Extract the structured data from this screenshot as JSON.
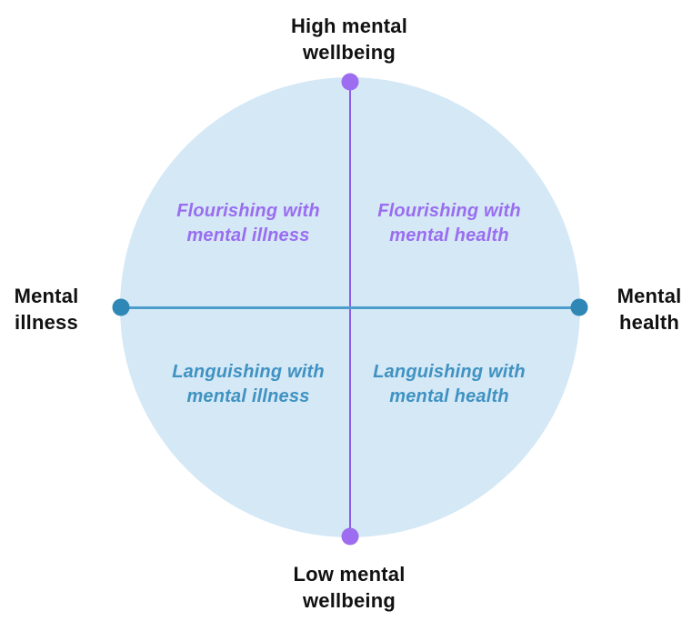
{
  "colors": {
    "circle-fill": "#d4e8f6",
    "purple": "#9a6df0",
    "purple-dot": "#9d6cf0",
    "purple-line": "#8b5ce8",
    "blue": "#3f92c2",
    "blue-dot": "#2e87b5",
    "blue-line": "#4d9dca",
    "text": "#111111"
  },
  "axes": {
    "vertical": {
      "top": {
        "line1": "High mental",
        "line2": "wellbeing"
      },
      "bottom": {
        "line1": "Low mental",
        "line2": "wellbeing"
      }
    },
    "horizontal": {
      "left": {
        "line1": "Mental",
        "line2": "illness"
      },
      "right": {
        "line1": "Mental",
        "line2": "health"
      }
    }
  },
  "quadrants": {
    "top_left": {
      "line1": "Flourishing with",
      "line2": "mental illness"
    },
    "top_right": {
      "line1": "Flourishing with",
      "line2": "mental health"
    },
    "bottom_left": {
      "line1": "Languishing with",
      "line2": "mental illness"
    },
    "bottom_right": {
      "line1": "Languishing with",
      "line2": "mental health"
    }
  }
}
